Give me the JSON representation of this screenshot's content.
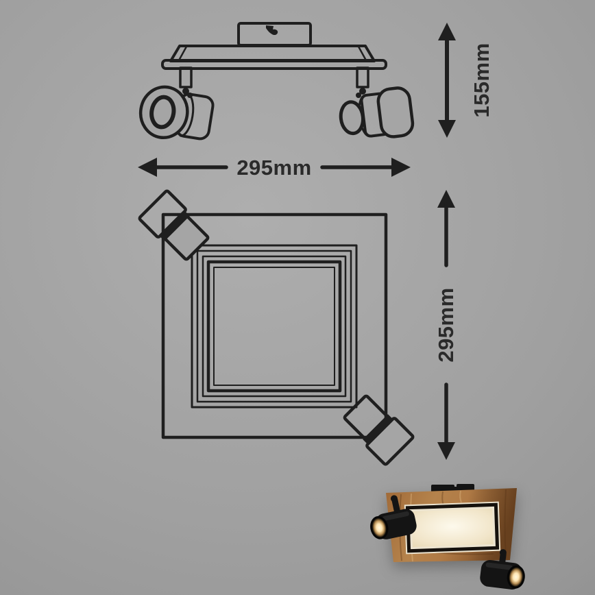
{
  "labels": {
    "height": "155mm",
    "width": "295mm",
    "depth": "295mm"
  },
  "colors": {
    "bg_center": "#aeaeae",
    "bg_mid": "#a0a0a0",
    "bg_edge": "#8b8b8b",
    "bg_fill": "#a5a5a5",
    "line": "#1f1f1f",
    "label_text": "#2a2a2a",
    "wood_mid": "#a06a38",
    "wood_dark": "#7c4e26",
    "panel_cream": "#ece4d0",
    "panel_frame": "#15110d",
    "panel_glow_center": "#fdf9ec",
    "panel_glow_edge": "#f1e5c9",
    "spot_black": "#141414",
    "lens_bright": "#fff8e2"
  }
}
